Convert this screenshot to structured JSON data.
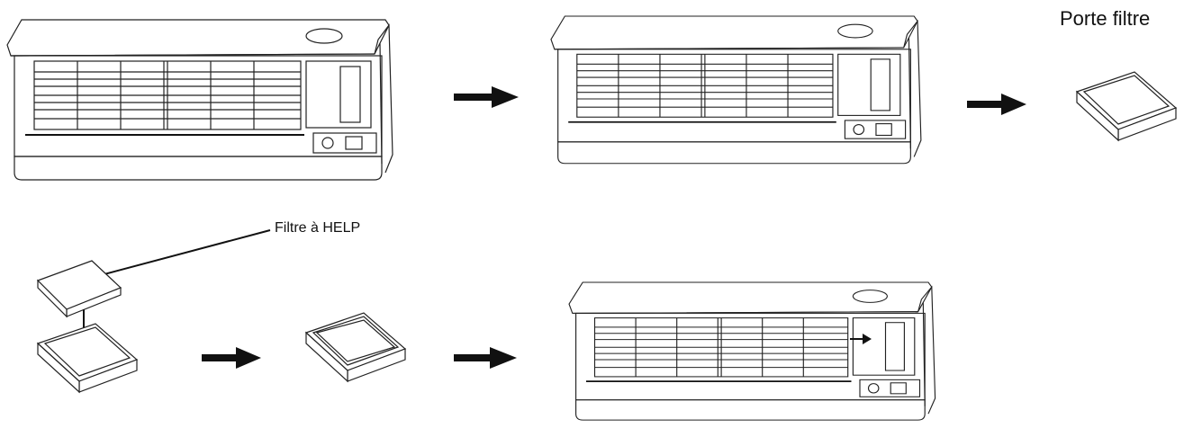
{
  "labels": {
    "filter_holder": "Porte filtre",
    "help_filter": "Filtre à HELP"
  },
  "colors": {
    "line": "#222222",
    "arrow": "#111111",
    "background": "#ffffff"
  },
  "steps": [
    {
      "id": "open-unit"
    },
    {
      "id": "unit-with-holder-slot"
    },
    {
      "id": "filter-holder"
    },
    {
      "id": "insert-help-filter"
    },
    {
      "id": "assembled-holder"
    },
    {
      "id": "reinsert-in-unit"
    }
  ]
}
